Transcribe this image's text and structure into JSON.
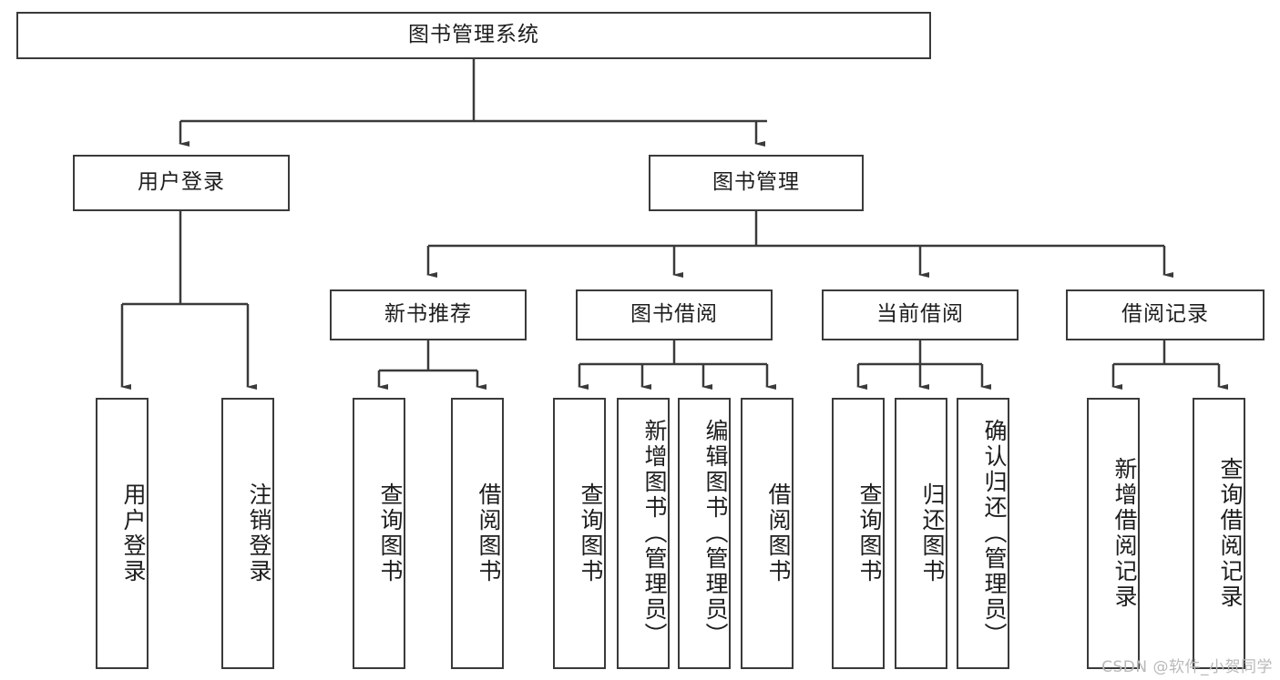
{
  "diagram": {
    "title": "图书管理系统",
    "type": "hierarchy-tree",
    "levels": [
      {
        "level": 1,
        "nodes": [
          {
            "id": "root",
            "label": "图书管理系统",
            "orientation": "horizontal"
          }
        ]
      },
      {
        "level": 2,
        "nodes": [
          {
            "id": "user-login",
            "label": "用户登录",
            "orientation": "horizontal",
            "parent": "root"
          },
          {
            "id": "book-manage",
            "label": "图书管理",
            "orientation": "horizontal",
            "parent": "root"
          }
        ]
      },
      {
        "level": 3,
        "nodes": [
          {
            "id": "new-book-recommend",
            "label": "新书推荐",
            "orientation": "horizontal",
            "parent": "book-manage"
          },
          {
            "id": "book-borrow",
            "label": "图书借阅",
            "orientation": "horizontal",
            "parent": "book-manage"
          },
          {
            "id": "current-borrow",
            "label": "当前借阅",
            "orientation": "horizontal",
            "parent": "book-manage"
          },
          {
            "id": "borrow-record",
            "label": "借阅记录",
            "orientation": "horizontal",
            "parent": "book-manage"
          }
        ]
      },
      {
        "level": 4,
        "nodes": [
          {
            "id": "leaf-user-login",
            "label": "用户登录",
            "orientation": "vertical",
            "parent": "user-login"
          },
          {
            "id": "leaf-logout-login",
            "label": "注销登录",
            "orientation": "vertical",
            "parent": "user-login"
          },
          {
            "id": "leaf-query-book-1",
            "label": "查询图书",
            "orientation": "vertical",
            "parent": "new-book-recommend"
          },
          {
            "id": "leaf-borrow-book-1",
            "label": "借阅图书",
            "orientation": "vertical",
            "parent": "new-book-recommend"
          },
          {
            "id": "leaf-query-book-2",
            "label": "查询图书",
            "orientation": "vertical",
            "parent": "book-borrow"
          },
          {
            "id": "leaf-add-book-admin",
            "label": "新增图书（管理员）",
            "orientation": "vertical",
            "parent": "book-borrow"
          },
          {
            "id": "leaf-edit-book-admin",
            "label": "编辑图书（管理员）",
            "orientation": "vertical",
            "parent": "book-borrow"
          },
          {
            "id": "leaf-borrow-book-2",
            "label": "借阅图书",
            "orientation": "vertical",
            "parent": "book-borrow"
          },
          {
            "id": "leaf-query-book-3",
            "label": "查询图书",
            "orientation": "vertical",
            "parent": "current-borrow"
          },
          {
            "id": "leaf-return-book",
            "label": "归还图书",
            "orientation": "vertical",
            "parent": "current-borrow"
          },
          {
            "id": "leaf-confirm-return-admin",
            "label": "确认归还（管理员）",
            "orientation": "vertical",
            "parent": "current-borrow"
          },
          {
            "id": "leaf-add-borrow-record",
            "label": "新增借阅记录",
            "orientation": "vertical",
            "parent": "borrow-record"
          },
          {
            "id": "leaf-query-borrow-record",
            "label": "查询借阅记录",
            "orientation": "vertical",
            "parent": "borrow-record"
          }
        ]
      }
    ]
  },
  "watermark": {
    "text": "CSDN @软件_小贺同学"
  },
  "colors": {
    "border": "#3a3a3a",
    "background": "#ffffff",
    "text": "#1d1d1d",
    "watermark": "#b9b9b9"
  }
}
